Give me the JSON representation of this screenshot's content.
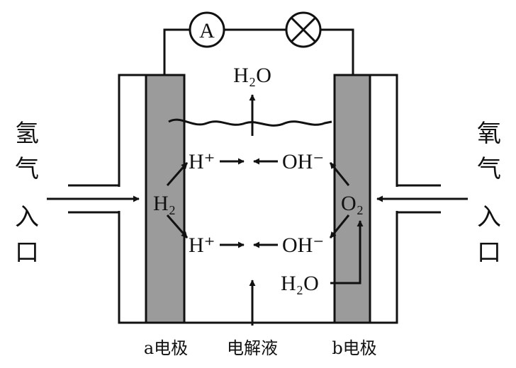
{
  "inlets": {
    "left": [
      "氢",
      "气",
      "入",
      "口"
    ],
    "right": [
      "氧",
      "气",
      "入",
      "口"
    ]
  },
  "meter_symbol": "A",
  "species": {
    "water_top": "H₂O",
    "h2": "H₂",
    "o2": "O₂",
    "water_right": "H₂O",
    "hplus": "H⁺",
    "ohminus": "OH⁻"
  },
  "bottom_labels": {
    "electrode_a": "a电极",
    "electrolyte": "电解液",
    "electrode_b": "b电极"
  },
  "colors": {
    "electrode_fill": "#9b9b9b",
    "line": "#111111"
  }
}
